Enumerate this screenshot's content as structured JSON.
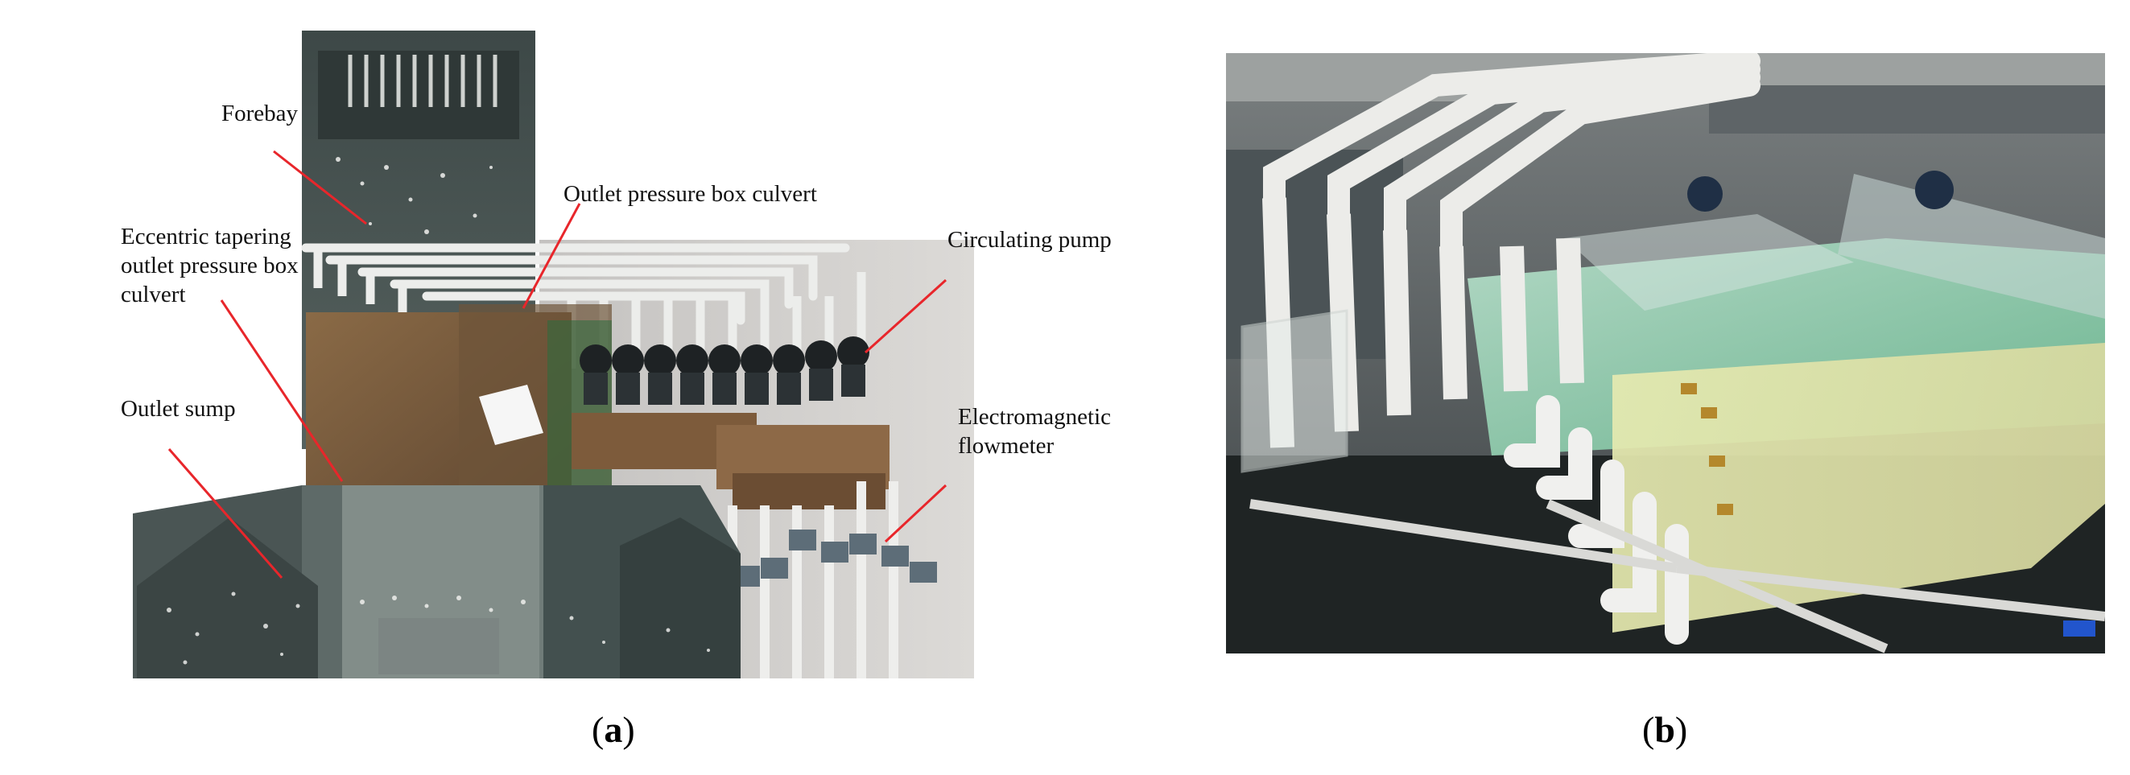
{
  "panel_a": {
    "labels": {
      "forebay": "Forebay",
      "outlet_pressure_box_culvert": "Outlet pressure box culvert",
      "eccentric_line1": "Eccentric tapering",
      "eccentric_line2": "outlet pressure box",
      "eccentric_line3": "culvert",
      "circulating_pump": "Circulating pump",
      "electromagnetic_line1": "Electromagnetic",
      "electromagnetic_line2": "flowmeter",
      "outlet_sump": "Outlet sump"
    },
    "caption": {
      "open": "(",
      "letter": "a",
      "close": ")"
    }
  },
  "panel_b": {
    "caption": {
      "open": "(",
      "letter": "b",
      "close": ")"
    }
  },
  "colors": {
    "leader_line": "#e8262b",
    "pipe": "#ecedeb",
    "tank_gray": "#4a5554",
    "wood": "#7a5a3c",
    "acrylic_green": "#9fd6b8"
  }
}
